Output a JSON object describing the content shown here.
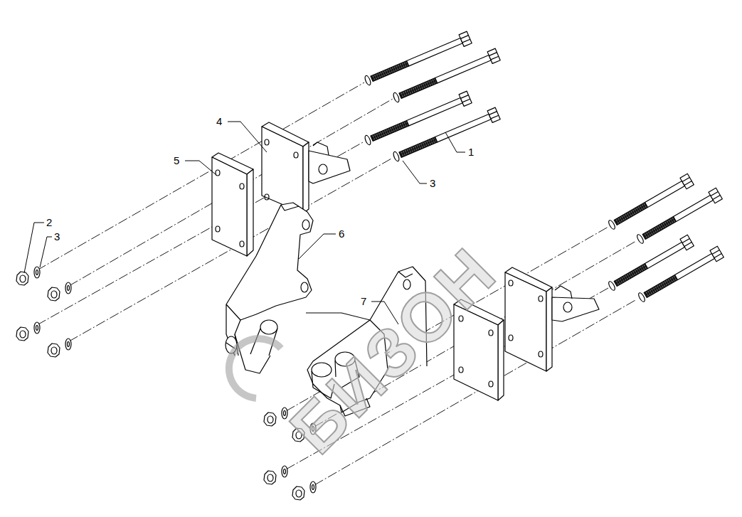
{
  "diagram": {
    "labels": [
      "4",
      "5",
      "1",
      "3",
      "6",
      "2",
      "3",
      "7",
      "БИЗОН"
    ]
  }
}
